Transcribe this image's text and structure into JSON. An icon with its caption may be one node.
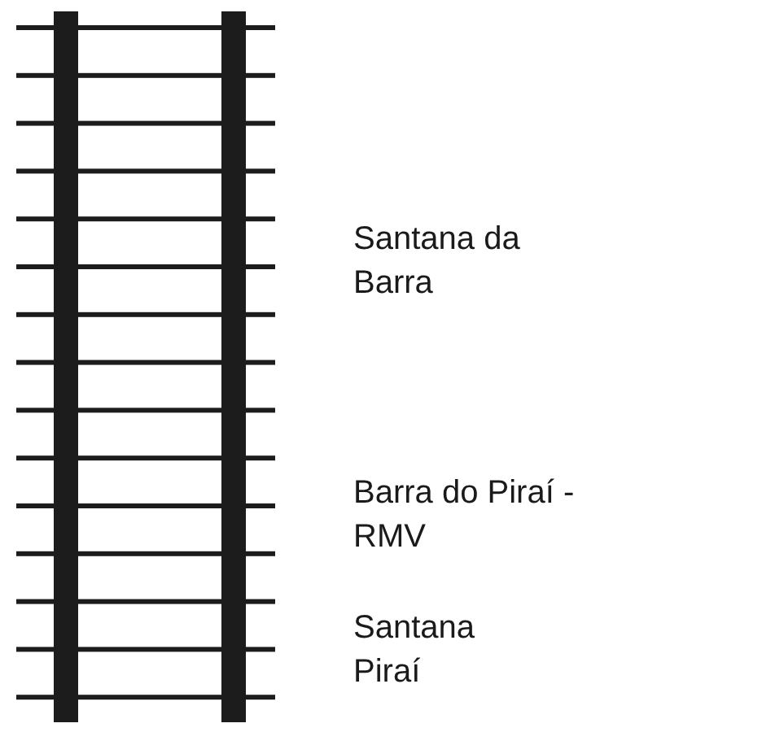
{
  "diagram": {
    "labels": [
      "Santana da Barra",
      "Barra do Piraí - RMV",
      "Santana",
      "Piraí"
    ]
  }
}
